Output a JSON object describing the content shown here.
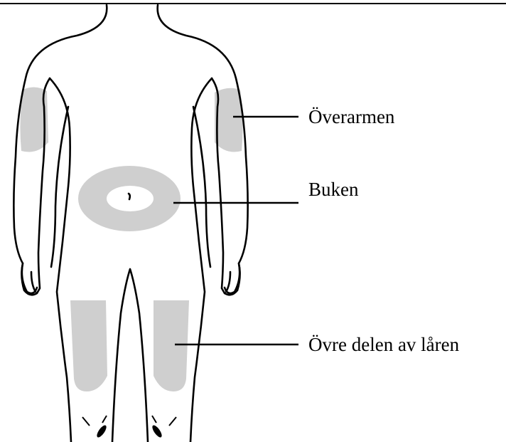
{
  "labels": {
    "upper_arm": "Överarmen",
    "abdomen": "Buken",
    "thighs": "Övre delen av låren"
  },
  "colors": {
    "zone_fill": "#cfcfcf",
    "outline": "#000000",
    "background": "#ffffff"
  }
}
